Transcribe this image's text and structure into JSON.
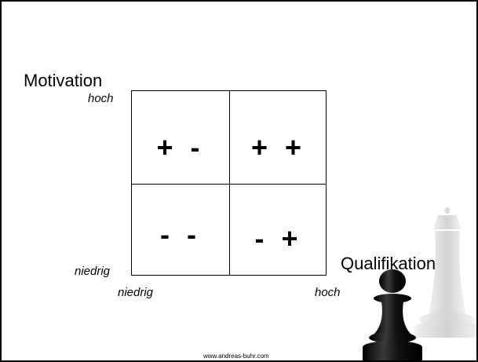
{
  "y_axis": {
    "title": "Motivation",
    "high_label": "hoch",
    "low_label": "niedrig"
  },
  "x_axis": {
    "title": "Qualifikation",
    "low_label": "niedrig",
    "high_label": "hoch"
  },
  "quadrants": {
    "top_left": "+ -",
    "top_right": "+ +",
    "bottom_left": "- -",
    "bottom_right": "- +"
  },
  "footer": "www.andreas-buhr.com",
  "colors": {
    "line": "#000000",
    "background": "#ffffff",
    "queen_shadow": "#d9d9d9",
    "pawn": "#111111"
  }
}
